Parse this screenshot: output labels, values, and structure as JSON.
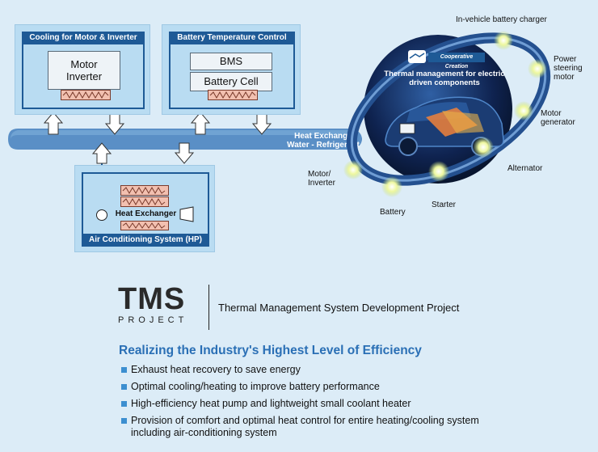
{
  "boxes": {
    "motor": {
      "title": "Cooling for Motor & Inverter",
      "component": "Motor\nInverter"
    },
    "battery": {
      "title": "Battery Temperature Control",
      "bms": "BMS",
      "cell": "Battery Cell"
    },
    "ac": {
      "title": "Air Conditioning System (HP)",
      "exchanger": "Heat Exchanger"
    }
  },
  "band_label": "Heat Exchange\nWater - Refrigerant",
  "circle": {
    "badge": "Cooperative Creation",
    "title": "Thermal management for electric\ndriven components"
  },
  "ring_labels": {
    "charger": "In-vehicle battery charger",
    "steering": "Power\nsteering\nmotor",
    "generator": "Motor\ngenerator",
    "alternator": "Alternator",
    "starter": "Starter",
    "battery": "Battery",
    "motor_inverter": "Motor/\nInverter"
  },
  "logo": {
    "mark": "TMS",
    "sub": "PROJECT"
  },
  "project_title": "Thermal Management System Development Project",
  "headline": "Realizing the Industry's Highest Level of Efficiency",
  "bullets": [
    "Exhaust heat recovery to save energy",
    "Optimal cooling/heating to improve battery performance",
    "High-efficiency heat pump and lightweight small coolant heater",
    "Provision of comfort and optimal heat control for entire heating/cooling system\nincluding air-conditioning system"
  ],
  "colors": {
    "navy": "#1e5a96",
    "accent": "#2a6fb5",
    "bullet": "#3c8fd0",
    "glow": "#e8f5a0"
  }
}
